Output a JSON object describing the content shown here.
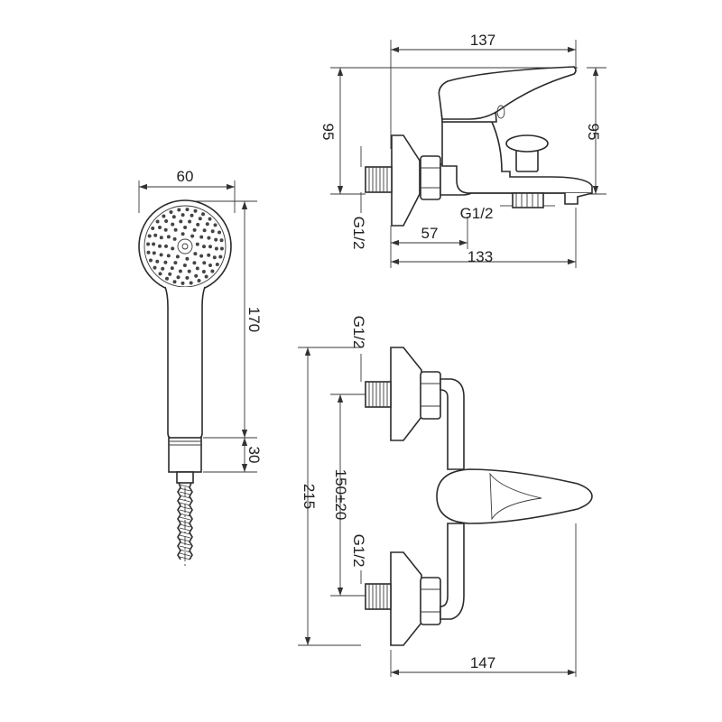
{
  "dimensions": {
    "front_width": "137",
    "front_height_left": "95",
    "front_height_right": "95",
    "front_inlet_thread": "G1/2",
    "front_outlet_thread": "G1/2",
    "front_offset": "57",
    "front_depth": "133",
    "head_width": "60",
    "handle_length": "170",
    "handle_end": "30",
    "top_thread_upper": "G1/2",
    "top_thread_lower": "G1/2",
    "top_centers": "150±20",
    "top_height": "215",
    "top_width": "147"
  }
}
